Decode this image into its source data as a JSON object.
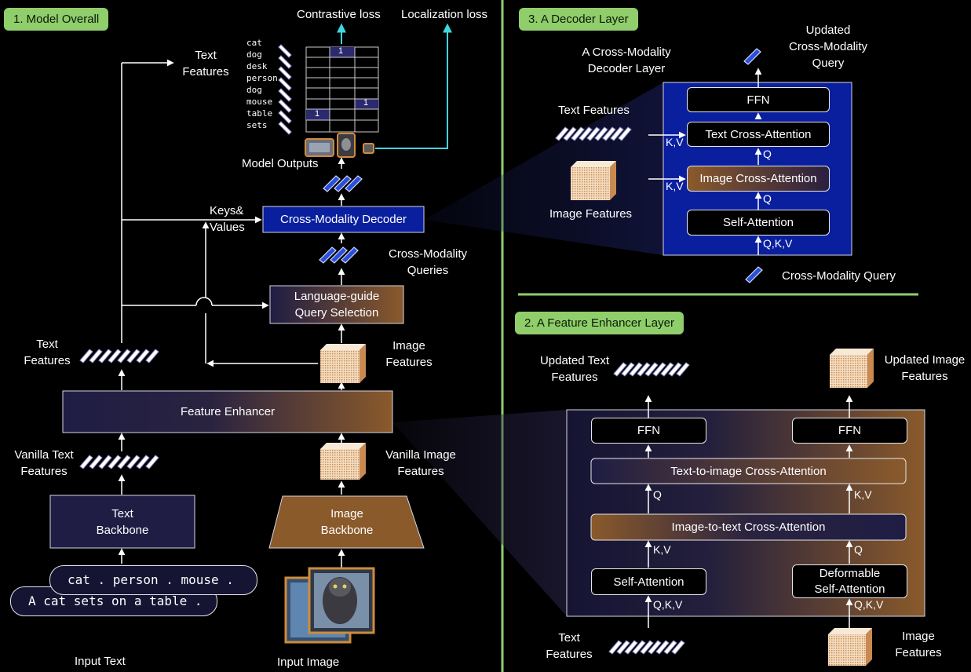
{
  "sections": {
    "overall": "1. Model Overall",
    "decoder": "3. A Decoder Layer",
    "enhancer": "2. A Feature Enhancer Layer"
  },
  "overall": {
    "losses": {
      "contrastive": "Contrastive loss",
      "localization": "Localization loss"
    },
    "text_features_top": [
      "Text",
      "Features"
    ],
    "grid_labels": [
      "cat",
      "dog",
      "desk",
      "person",
      "dog",
      "mouse",
      "table",
      "sets"
    ],
    "grid_marks": [
      {
        "row": 0,
        "col": 1,
        "value": "1"
      },
      {
        "row": 5,
        "col": 2,
        "value": "1"
      },
      {
        "row": 6,
        "col": 0,
        "value": "1"
      }
    ],
    "model_outputs": "Model Outputs",
    "keys_values": [
      "Keys&",
      "Values"
    ],
    "decoder": "Cross-Modality Decoder",
    "cross_queries": [
      "Cross-Modality",
      "Queries"
    ],
    "query_selection": [
      "Language-guide",
      "Query Selection"
    ],
    "text_features": [
      "Text",
      "Features"
    ],
    "image_features": [
      "Image",
      "Features"
    ],
    "feature_enhancer": "Feature Enhancer",
    "vanilla_text": [
      "Vanilla Text",
      "Features"
    ],
    "vanilla_image": [
      "Vanilla Image",
      "Features"
    ],
    "text_backbone": [
      "Text",
      "Backbone"
    ],
    "image_backbone": [
      "Image",
      "Backbone"
    ],
    "prompt_1": "cat . person . mouse .",
    "prompt_2": "A cat sets on a table .",
    "input_text": "Input Text",
    "input_image": "Input Image"
  },
  "decoder_layer": {
    "title": [
      "A Cross-Modality",
      "Decoder Layer"
    ],
    "updated_query": [
      "Updated",
      "Cross-Modality",
      "Query"
    ],
    "text_features": "Text Features",
    "image_features": "Image Features",
    "ffn": "FFN",
    "text_cross": "Text Cross-Attention",
    "image_cross": "Image Cross-Attention",
    "self_attention": "Self-Attention",
    "kv": "K,V",
    "q": "Q",
    "qkv": "Q,K,V",
    "query": "Cross-Modality Query"
  },
  "enhancer_layer": {
    "updated_text": [
      "Updated Text",
      "Features"
    ],
    "updated_image": [
      "Updated Image",
      "Features"
    ],
    "ffn": "FFN",
    "t2i": "Text-to-image Cross-Attention",
    "i2t": "Image-to-text Cross-Attention",
    "self_attention": "Self-Attention",
    "deformable": [
      "Deformable",
      "Self-Attention"
    ],
    "q": "Q",
    "kv": "K,V",
    "qkv": "Q,K,V",
    "text_features": [
      "Text",
      "Features"
    ],
    "image_features": [
      "Image",
      "Features"
    ]
  },
  "colors": {
    "section_green": "#8fce6b",
    "navy": "#1f1d44",
    "brown": "#8a5a2b",
    "decoder_blue": "#0a1f9e",
    "cyan": "#3fd6de"
  }
}
